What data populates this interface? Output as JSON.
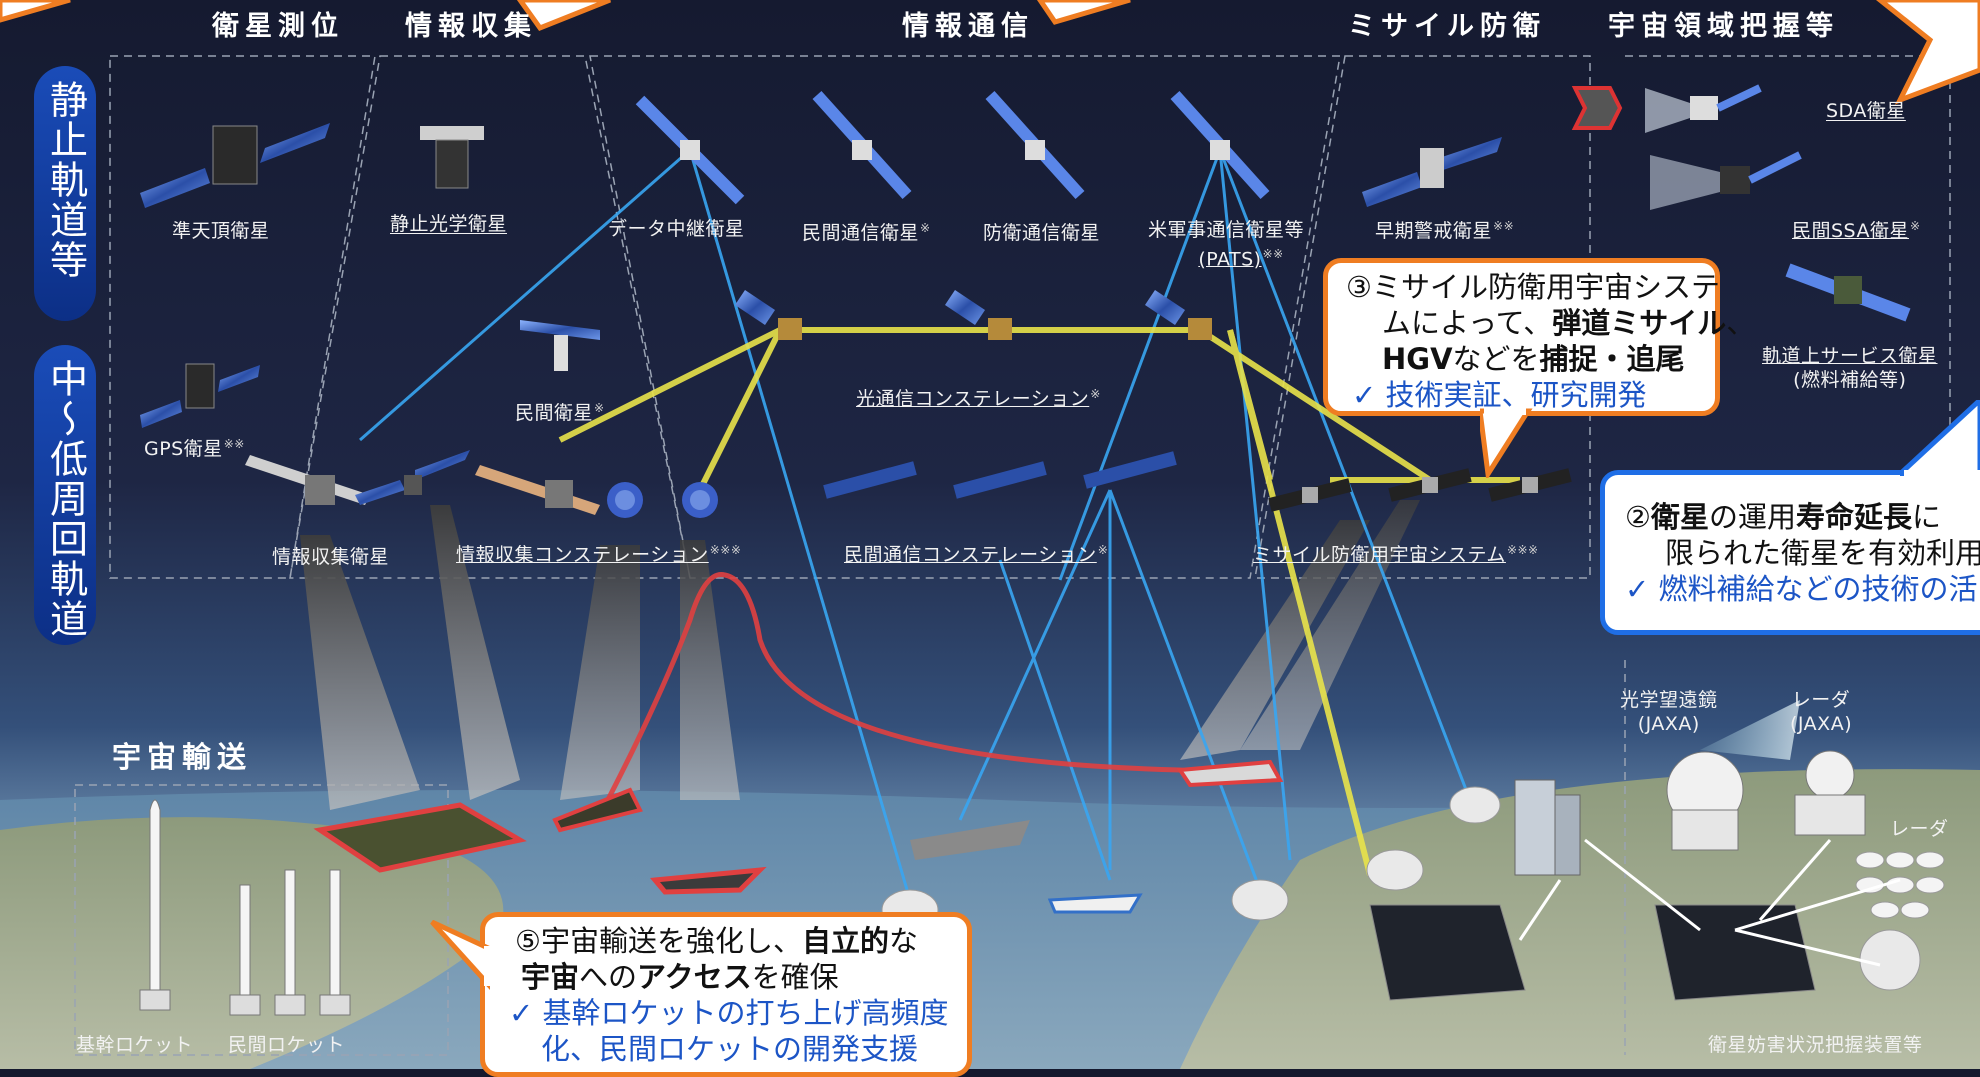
{
  "categories": {
    "positioning": "衛星測位",
    "intelligence": "情報収集",
    "communication": "情報通信",
    "missile_defense": "ミサイル防衛",
    "space_domain": "宇宙領域把握等"
  },
  "orbits": {
    "geo": "静止軌道等",
    "leo": "中～低周回軌道"
  },
  "satellites": {
    "qzss": "準天頂衛星",
    "geo_optical": "静止光学衛星",
    "data_relay": "データ中継衛星",
    "civil_comm": "民間通信衛星",
    "civil_comm_mark": "※",
    "defense_comm": "防衛通信衛星",
    "us_milcom_line1": "米軍事通信衛星等",
    "us_milcom_line2": "(PATS)",
    "us_milcom_mark": "※※",
    "early_warning": "早期警戒衛星",
    "early_warning_mark": "※※",
    "sda": "SDA衛星",
    "civil_ssa": "民間SSA衛星",
    "civil_ssa_mark": "※",
    "onorbit_service_line1": "軌道上サービス衛星",
    "onorbit_service_line2": "(燃料補給等)",
    "gps": "GPS衛星",
    "gps_mark": "※※",
    "civil_sat": "民間衛星",
    "civil_sat_mark": "※",
    "optical_comm": "光通信コンステレーション",
    "optical_comm_mark": "※",
    "intel_sat": "情報収集衛星",
    "intel_const": "情報収集コンステレーション",
    "intel_const_mark": "※※※",
    "civil_comm_const": "民間通信コンステレーション",
    "civil_comm_const_mark": "※",
    "md_system": "ミサイル防衛用宇宙システム",
    "md_system_mark": "※※※"
  },
  "ground": {
    "optical_telescope_line1": "光学望遠鏡",
    "optical_telescope_line2": "(JAXA)",
    "radar_jaxa_line1": "レーダ",
    "radar_jaxa_line2": "(JAXA)",
    "radar_partial": "レーダ",
    "interference": "衛星妨害状況把握装置等",
    "transport": "宇宙輸送",
    "h_rocket": "基幹ロケット",
    "civil_rocket": "民間ロケット"
  },
  "callouts": {
    "c3": {
      "l1": "③ミサイル防衛用宇宙システ",
      "l2a": "ムによって、",
      "l2b": "弾道ミサイル",
      "l2c": "、",
      "l3a": "HGV",
      "l3b": "などを",
      "l3c": "捕捉・追尾",
      "check": "✓ 技術実証、研究開発"
    },
    "c2": {
      "l1a": "②",
      "l1b": "衛星",
      "l1c": "の運用",
      "l1d": "寿命延長",
      "l1e": "に",
      "l2": "限られた衛星を有効利用",
      "check": "✓ 燃料補給などの技術の活"
    },
    "c5": {
      "l1a": "⑤宇宙輸送を強化し、",
      "l1b": "自立的",
      "l1c": "な",
      "l2a": "宇宙",
      "l2b": "への",
      "l2c": "アクセス",
      "l2d": "を確保",
      "check1": "✓ 基幹ロケットの打ち上げ高頻度",
      "check2": "化、民間ロケットの開発支援"
    }
  },
  "colors": {
    "orange": "#ef7d22",
    "blue_border": "#1f6ee6",
    "pill_blue": "#1a4cb8",
    "yellow_link": "#e9e34a",
    "blue_beam": "#39a6f2",
    "red_track": "#e04040"
  }
}
